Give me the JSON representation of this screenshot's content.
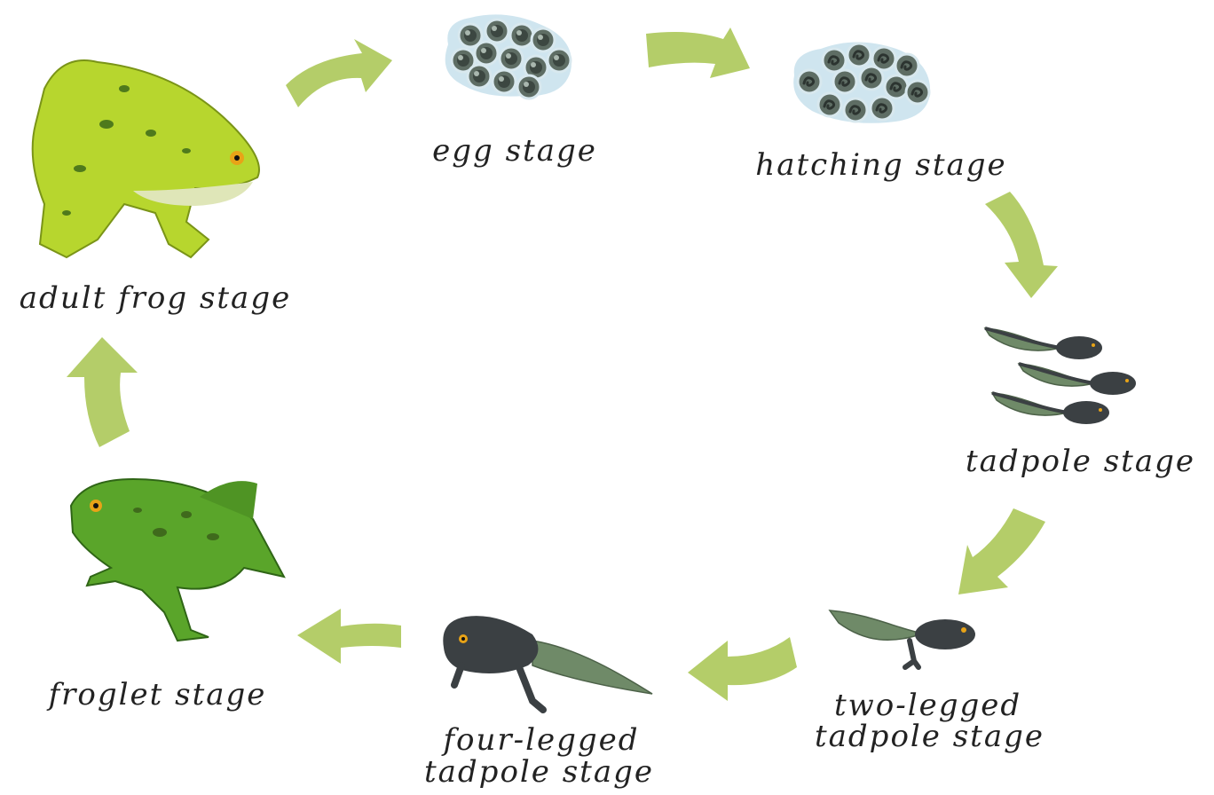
{
  "colors": {
    "arrow": "#b4cd69",
    "egg_jelly": "#cfe5ef",
    "egg_core": "#5e6d64",
    "tadpole": "#3b4043",
    "tadpole_fin": "#6f8a68",
    "adult_frog": "#b7d62e",
    "froglet": "#5aa52a",
    "spots": "#3f6a1c",
    "eye": "#e8a317"
  },
  "stages": [
    {
      "id": "egg",
      "label": "egg stage",
      "icon": "frogspawn-icon"
    },
    {
      "id": "hatching",
      "label": "hatching stage",
      "icon": "hatching-eggs-icon"
    },
    {
      "id": "tadpole",
      "label": "tadpole stage",
      "icon": "tadpoles-icon"
    },
    {
      "id": "two_legged",
      "label_line1": "two-legged",
      "label_line2": "tadpole stage",
      "icon": "two-legged-tadpole-icon"
    },
    {
      "id": "four_legged",
      "label_line1": "four-legged",
      "label_line2": "tadpole stage",
      "icon": "four-legged-tadpole-icon"
    },
    {
      "id": "froglet",
      "label": "froglet stage",
      "icon": "froglet-icon"
    },
    {
      "id": "adult",
      "label": "adult frog stage",
      "icon": "adult-frog-icon"
    }
  ],
  "cycle_order": [
    "egg",
    "hatching",
    "tadpole",
    "two_legged",
    "four_legged",
    "froglet",
    "adult"
  ]
}
